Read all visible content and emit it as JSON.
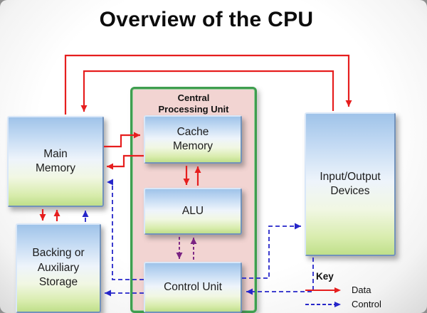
{
  "title": "Overview of the CPU",
  "nodes": {
    "main_memory": {
      "label": "Main Memory"
    },
    "backing_storage": {
      "label": "Backing or Auxiliary Storage"
    },
    "cpu": {
      "label": "Central Processing Unit"
    },
    "cache_memory": {
      "label": "Cache Memory"
    },
    "alu": {
      "label": "ALU"
    },
    "control_unit": {
      "label": "Control Unit"
    },
    "io_devices": {
      "label": "Input/Output Devices"
    }
  },
  "legend": {
    "title": "Key",
    "items": [
      {
        "label": "Data",
        "style": "solid",
        "color": "#e61e1e"
      },
      {
        "label": "Control",
        "style": "dashed",
        "color": "#2626c9"
      }
    ]
  },
  "colors": {
    "data_arrow": "#e61e1e",
    "control_arrow": "#2626c9",
    "alu_control_arrow": "#7a2382",
    "cpu_border": "#3f9e4f",
    "cpu_fill": "#eccbc6",
    "box_gradient_top": "#9fc3e9",
    "box_gradient_bottom": "#bfdf8a"
  }
}
